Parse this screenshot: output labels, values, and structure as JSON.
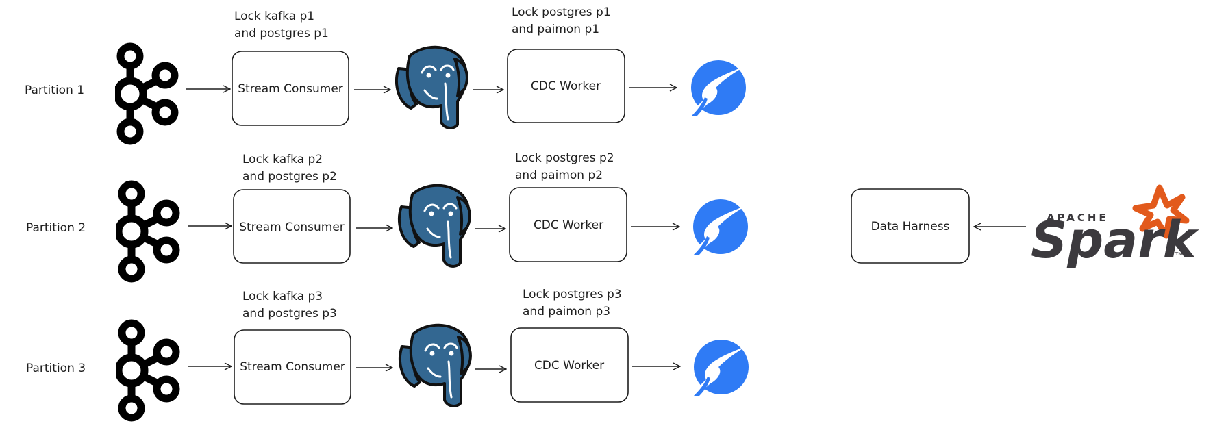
{
  "rows": [
    {
      "partition_label": "Partition 1",
      "lock_kafka": [
        "Lock kafka p1",
        "and postgres p1"
      ],
      "stream_consumer": "Stream Consumer",
      "lock_postgres": [
        "Lock postgres p1",
        "and paimon p1"
      ],
      "cdc_worker": "CDC Worker"
    },
    {
      "partition_label": "Partition 2",
      "lock_kafka": [
        "Lock kafka p2",
        "and postgres p2"
      ],
      "stream_consumer": "Stream Consumer",
      "lock_postgres": [
        "Lock postgres p2",
        "and paimon p2"
      ],
      "cdc_worker": "CDC Worker"
    },
    {
      "partition_label": "Partition 3",
      "lock_kafka": [
        "Lock kafka p3",
        "and postgres p3"
      ],
      "stream_consumer": "Stream Consumer",
      "lock_postgres": [
        "Lock postgres p3",
        "and paimon p3"
      ],
      "cdc_worker": "CDC Worker"
    }
  ],
  "harness": {
    "label": "Data Harness"
  },
  "spark_logo": {
    "small": "APACHE",
    "big": "Spark",
    "tm": "TM"
  },
  "colors": {
    "postgres_blue": "#336791",
    "paimon_blue": "#2f7bf5",
    "spark_orange": "#e25a1c",
    "spark_gray": "#3c3a3e",
    "ink": "#1e1e1e"
  },
  "icons": [
    "kafka-icon",
    "postgres-elephant-icon",
    "paimon-icon",
    "spark-logo"
  ]
}
